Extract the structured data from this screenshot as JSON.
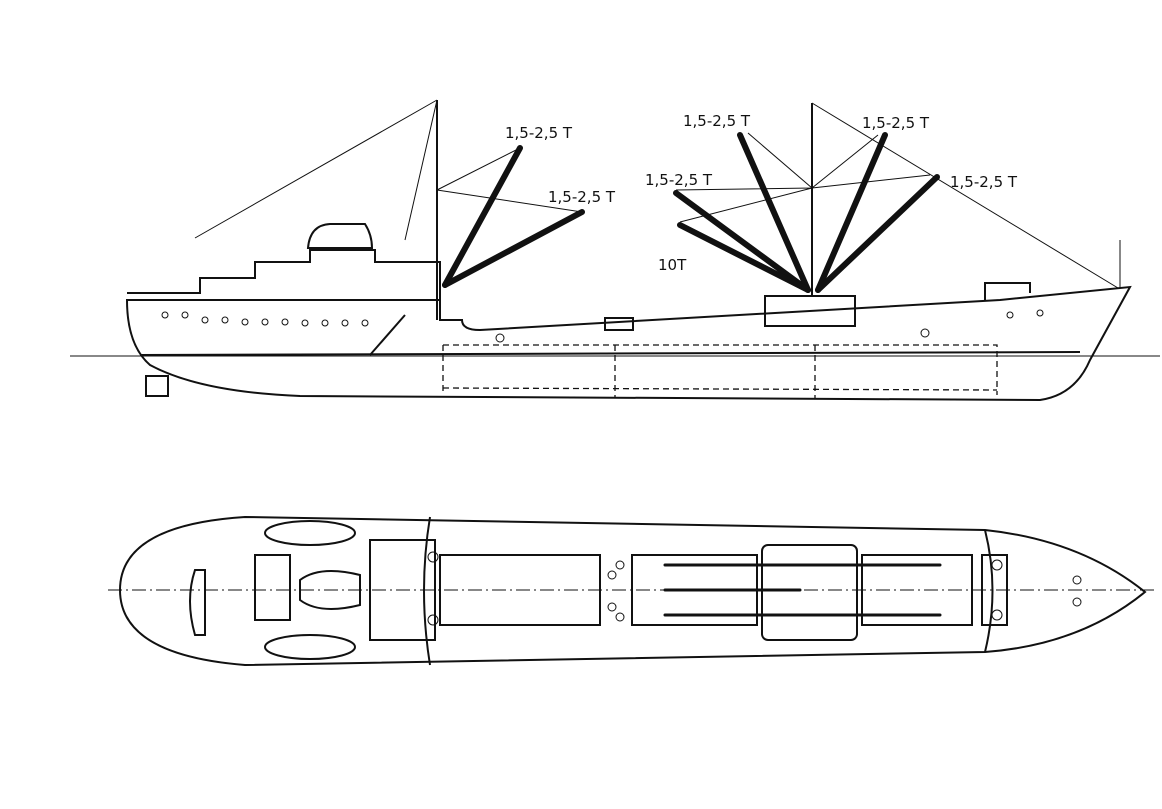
{
  "drawing": {
    "side_view_labels": {
      "aft_boom_upper": "1,5-2,5 T",
      "aft_boom_lower": "1,5-2,5 T",
      "fwd_boom_left_upper": "1,5-2,5 T",
      "fwd_boom_left_lower": "1,5-2,5 T",
      "fwd_boom_right_upper": "1,5-2,5 T",
      "fwd_boom_right_lower": "1,5-2,5 T",
      "heavy_boom": "10T"
    },
    "colors": {
      "ink": "#111111",
      "paper": "#ffffff"
    }
  }
}
